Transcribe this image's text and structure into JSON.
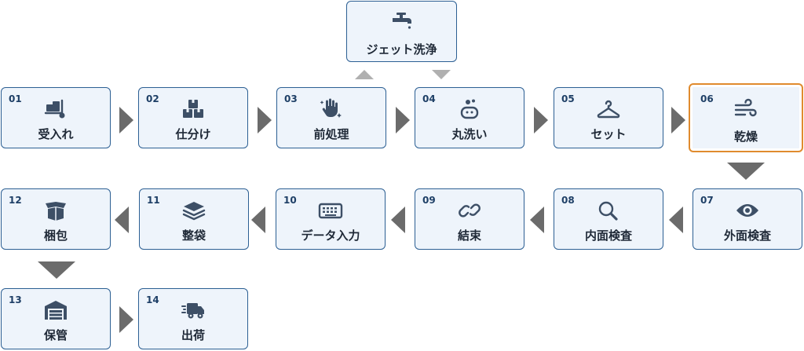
{
  "branch": {
    "label": "ジェット洗浄",
    "icon": "faucet-icon"
  },
  "steps": [
    {
      "num": "01",
      "label": "受入れ",
      "icon": "dolly-icon"
    },
    {
      "num": "02",
      "label": "仕分け",
      "icon": "boxes-icon"
    },
    {
      "num": "03",
      "label": "前処理",
      "icon": "hand-sparkles-icon"
    },
    {
      "num": "04",
      "label": "丸洗い",
      "icon": "soap-icon"
    },
    {
      "num": "05",
      "label": "セット",
      "icon": "hanger-icon"
    },
    {
      "num": "06",
      "label": "乾燥",
      "icon": "wind-icon",
      "highlighted": true
    },
    {
      "num": "07",
      "label": "外面検査",
      "icon": "eye-icon"
    },
    {
      "num": "08",
      "label": "内面検査",
      "icon": "magnifier-icon"
    },
    {
      "num": "09",
      "label": "結束",
      "icon": "link-icon"
    },
    {
      "num": "10",
      "label": "データ入力",
      "icon": "keyboard-icon"
    },
    {
      "num": "11",
      "label": "整袋",
      "icon": "layers-icon"
    },
    {
      "num": "12",
      "label": "梱包",
      "icon": "box-open-icon"
    },
    {
      "num": "13",
      "label": "保管",
      "icon": "warehouse-icon"
    },
    {
      "num": "14",
      "label": "出荷",
      "icon": "truck-fast-icon"
    }
  ],
  "colors": {
    "border": "#2c5f93",
    "highlight": "#e08b2e",
    "fill": "#eef4fb",
    "arrow": "#6b6b6b"
  }
}
